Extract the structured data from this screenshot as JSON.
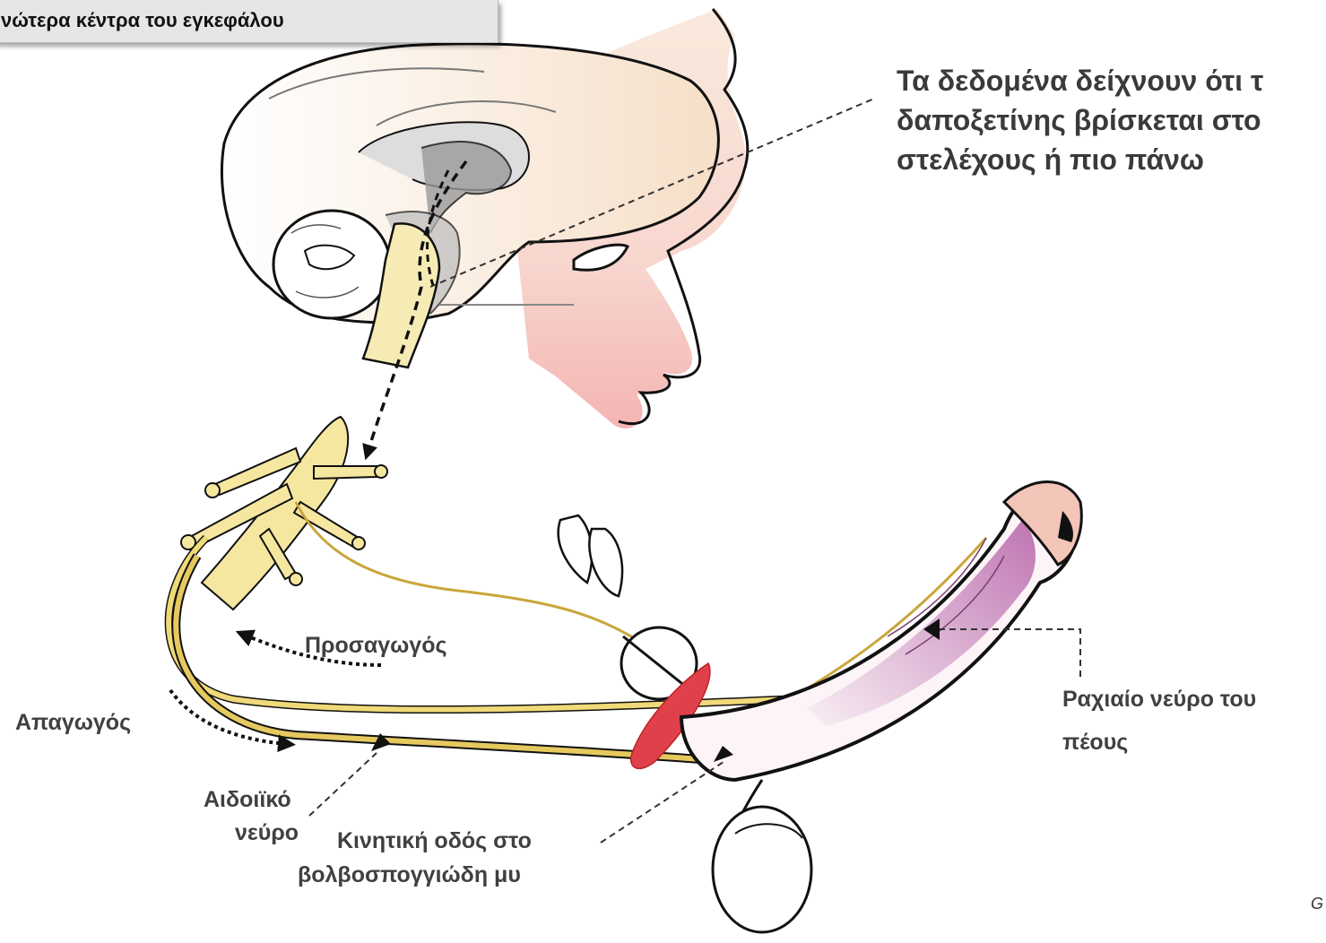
{
  "title": "νώτερα κέντρα του εγκεφάλου",
  "callout": {
    "line1": "Τα δεδομένα δείχνουν ότι τ",
    "line2": "δαποξετίνης βρίσκεται στο",
    "line3": "στελέχους ή πιο πάνω"
  },
  "labels": {
    "afferent": "Προσαγωγός",
    "efferent": "Απαγωγός",
    "pudendal_line1": "Αιδοιϊκό",
    "pudendal_line2": "νεύρο",
    "motor_line1": "Κινητική οδός στο",
    "motor_line2": "βολβοσπογγιώδη μυ",
    "dorsal_line1": "Ραχιαίο νεύρο του",
    "dorsal_line2": "πέους"
  },
  "credit": "G",
  "colors": {
    "nerve": "#f0d978",
    "nerve_dark": "#caa53a",
    "skin": "#f4c6c0",
    "muscle": "#e0404a",
    "brain_shade": "#8c8c8c",
    "shaft_inner": "#b35fa8",
    "title_box": "#e6e6e6"
  }
}
